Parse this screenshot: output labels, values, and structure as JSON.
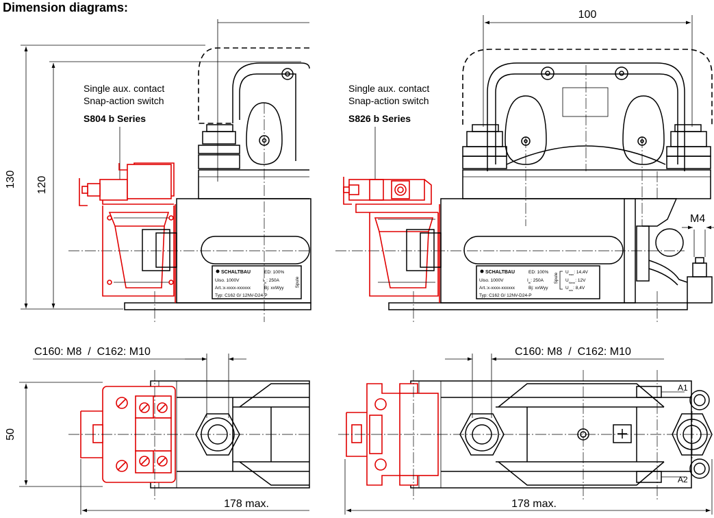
{
  "title": "Dimension diagrams:",
  "left_view": {
    "callout_line1": "Single aux. contact",
    "callout_line2": "Snap-action switch",
    "series": "S804 b Series",
    "dim_height_outer": "130",
    "dim_height_inner": "120"
  },
  "right_view": {
    "callout_line1": "Single aux. contact",
    "callout_line2": "Snap-action switch",
    "series": "S826 b Series",
    "dim_width": "100",
    "thread_label": "M4"
  },
  "bottom_left": {
    "thread_spec": "C160: M8  /  C162: M10",
    "dim_height": "50",
    "dim_length": "178 max."
  },
  "bottom_right": {
    "thread_spec": "C160: M8  /  C162: M10",
    "dim_length": "178 max.",
    "terminal_a1": "A1",
    "terminal_a2": "A2"
  },
  "nameplate": {
    "brand": "SCHALTBAU",
    "ed": "ED: 100%",
    "uiso": "Uiso. 1000V",
    "ith": "250A",
    "art": "Art.:x-xxxx-xxxxxx",
    "bj": "Bj: xxWyy",
    "typ": "Typ: C162 G/ 12NV-D24-P",
    "spule": "Spule"
  },
  "nameplate_right": {
    "bj": "Bj: xxWyy",
    "umax": "14,4V",
    "unenn": "12V",
    "umin": "8,4V"
  },
  "colors": {
    "line": "#000000",
    "aux_contact": "#e00000",
    "background": "#ffffff"
  }
}
